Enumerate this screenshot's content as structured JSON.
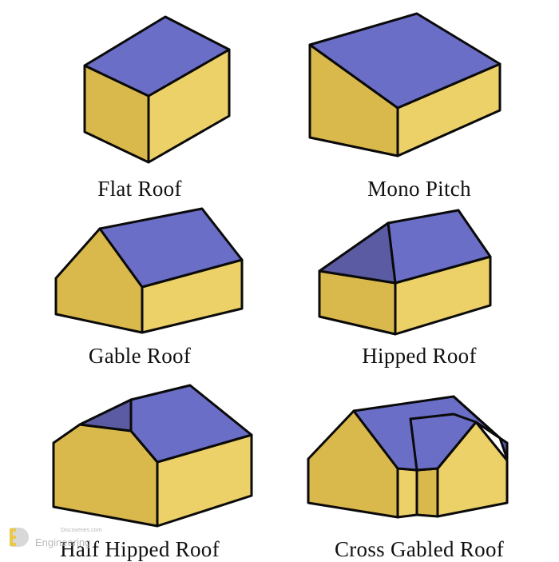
{
  "colors": {
    "wall_front": "#ecd068",
    "wall_side": "#d9b84c",
    "roof": "#6b6ec7",
    "roof_shade": "#5b5ba3",
    "outline": "#0a0a0a"
  },
  "roof_types": [
    {
      "label": "Flat Roof",
      "icon": "flat-roof-house"
    },
    {
      "label": "Mono Pitch",
      "icon": "mono-pitch-house"
    },
    {
      "label": "Gable Roof",
      "icon": "gable-roof-house"
    },
    {
      "label": "Hipped Roof",
      "icon": "hipped-roof-house"
    },
    {
      "label": "Half Hipped Roof",
      "icon": "half-hipped-roof-house"
    },
    {
      "label": "Cross Gabled Roof",
      "icon": "cross-gabled-roof-house"
    }
  ],
  "watermark": {
    "line1": "Discoveries.com",
    "line2": "Engineering",
    "logo": "engineering-discoveries-logo"
  }
}
